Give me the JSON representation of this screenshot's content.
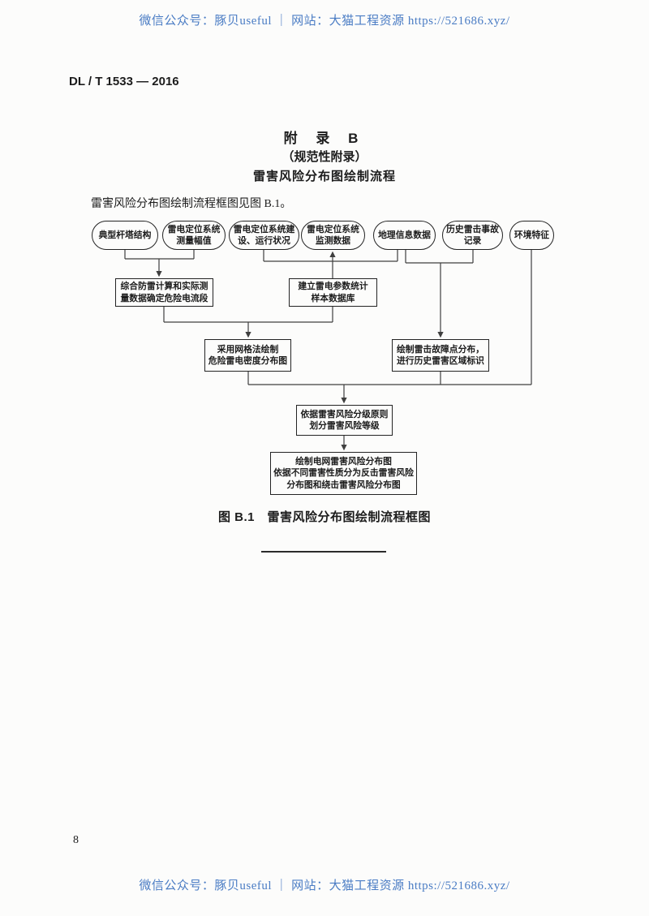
{
  "watermark": {
    "text": "微信公众号：豚贝useful ｜ 网站：大猫工程资源 https://521686.xyz/",
    "color": "#4a7cc4"
  },
  "header": {
    "doc_number": "DL / T 1533 — 2016"
  },
  "appendix": {
    "title": "附 录 B",
    "subtitle": "（规范性附录）",
    "heading": "雷害风险分布图绘制流程"
  },
  "body": {
    "intro": "雷害风险分布图绘制流程框图见图 B.1。"
  },
  "flowchart": {
    "nodes": [
      {
        "label": "典型杆塔结构"
      },
      {
        "label": "雷电定位系统\n测量幅值"
      },
      {
        "label": "雷电定位系统建\n设、运行状况"
      },
      {
        "label": "雷电定位系统\n监测数据"
      },
      {
        "label": "地理信息数据"
      },
      {
        "label": "历史雷击事故\n记录"
      },
      {
        "label": "环境特征"
      },
      {
        "label": "综合防雷计算和实际测\n量数据确定危险电流段"
      },
      {
        "label": "建立雷电参数统计\n样本数据库"
      },
      {
        "label": "采用网格法绘制\n危险雷电密度分布图"
      },
      {
        "label": "绘制雷击故障点分布，\n进行历史雷害区域标识"
      },
      {
        "label": "依据雷害风险分级原则\n划分雷害风险等级"
      },
      {
        "label": "绘制电网雷害风险分布图\n依据不同雷害性质分为反击雷害风险\n分布图和绕击雷害风险分布图"
      }
    ],
    "edges": [
      [
        0,
        7
      ],
      [
        1,
        7
      ],
      [
        2,
        3
      ],
      [
        4,
        3
      ],
      [
        3,
        8
      ],
      [
        7,
        9
      ],
      [
        8,
        9
      ],
      [
        4,
        10
      ],
      [
        5,
        10
      ],
      [
        6,
        11
      ],
      [
        9,
        11
      ],
      [
        10,
        11
      ],
      [
        11,
        12
      ]
    ]
  },
  "figure": {
    "caption": "图 B.1　雷害风险分布图绘制流程框图"
  },
  "footer": {
    "page_number": "8"
  }
}
